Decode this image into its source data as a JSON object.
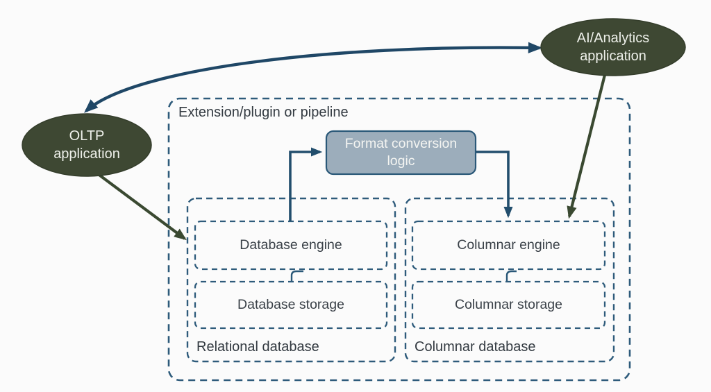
{
  "nodes": {
    "oltp": {
      "line1": "OLTP",
      "line2": "application"
    },
    "ai": {
      "line1": "AI/Analytics",
      "line2": "application"
    },
    "format": {
      "line1": "Format conversion",
      "line2": "logic"
    }
  },
  "containers": {
    "extension": {
      "label": "Extension/plugin or pipeline"
    },
    "relational": {
      "label": "Relational database"
    },
    "columnar": {
      "label": "Columnar database"
    }
  },
  "boxes": {
    "database_engine": {
      "label": "Database engine"
    },
    "database_storage": {
      "label": "Database storage"
    },
    "columnar_engine": {
      "label": "Columnar engine"
    },
    "columnar_storage": {
      "label": "Columnar storage"
    }
  },
  "colors": {
    "node_fill": "#3e4833",
    "node_stroke": "#343d2b",
    "flow_blue": "#224e6d",
    "curve_blue": "#1f4766",
    "dash_border": "#2e5b7b",
    "format_fill": "#9cadbb",
    "format_border": "#2a5878",
    "arrow_green": "#3a4931",
    "text_dark": "#3a4148",
    "text_light": "#eef0ea",
    "background": "#fbfbfb"
  }
}
